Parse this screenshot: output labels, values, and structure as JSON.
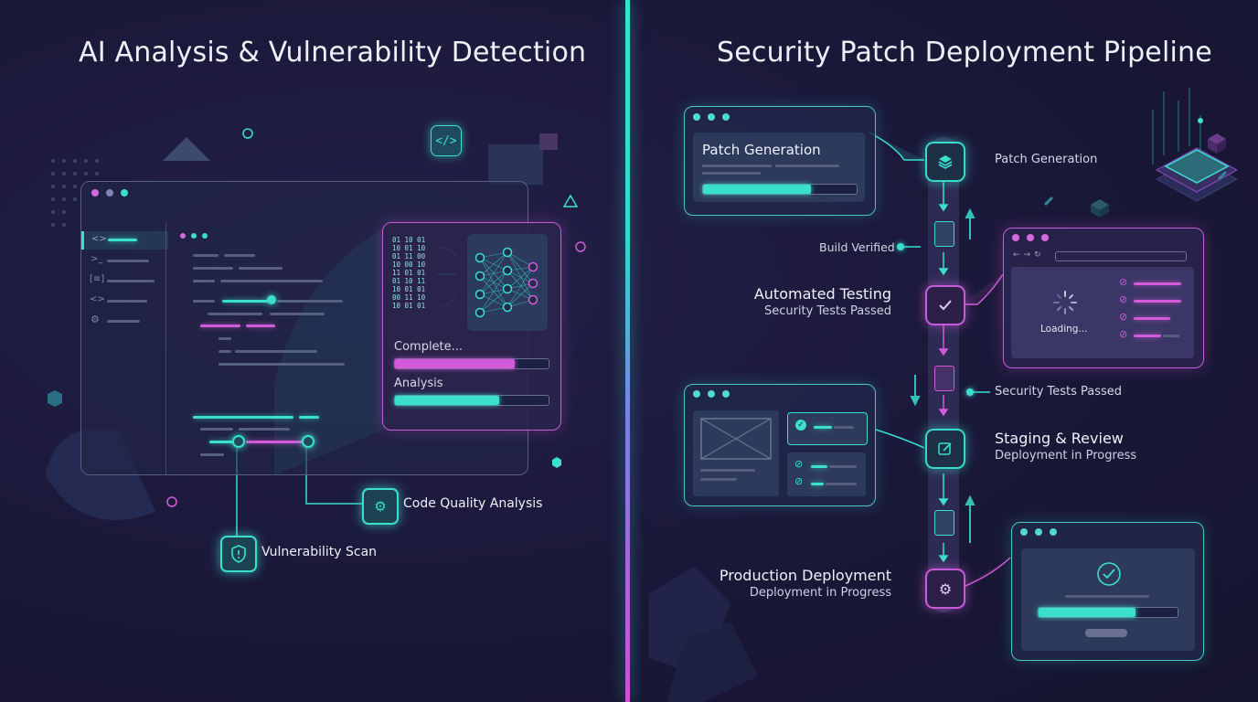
{
  "left": {
    "title": "AI Analysis & Vulnerability Detection",
    "analysis_panel": {
      "binary_text": "01 10 01\n10 01 10\n01 11 00\n10 00 10\n11 01 01\n01 10 11\n10 01 01\n00 11 10\n10 01 01",
      "complete_label": "Complete...",
      "complete_progress": 0.78,
      "analysis_label": "Analysis",
      "analysis_progress": 0.68
    },
    "callouts": {
      "code_quality": "Code Quality Analysis",
      "vulnerability": "Vulnerability Scan"
    },
    "sidebar_icons": [
      "code-icon",
      "terminal-icon",
      "brackets-icon",
      "code-icon",
      "gear-icon"
    ]
  },
  "right": {
    "title": "Security Patch Deployment Pipeline",
    "patch_card": {
      "title": "Patch Generation",
      "progress": 0.7
    },
    "labels": {
      "patch_generation": "Patch Generation",
      "build_verified": "Build Verified",
      "automated_testing": "Automated Testing",
      "automated_testing_sub": "Security Tests Passed",
      "security_tests_passed": "Security Tests Passed",
      "staging_review": "Staging & Review",
      "staging_review_sub": "Deployment in Progress",
      "production_deployment": "Production Deployment",
      "production_deployment_sub": "Deployment in Progress"
    },
    "browser_card": {
      "loading_text": "Loading..."
    },
    "final_card": {
      "progress": 0.7
    },
    "node_icons": [
      "layers-icon",
      "check-icon",
      "edit-icon",
      "gear-icon"
    ]
  },
  "colors": {
    "teal": "#3ae0cc",
    "magenta": "#d35ad9",
    "background": "#1a1838"
  }
}
